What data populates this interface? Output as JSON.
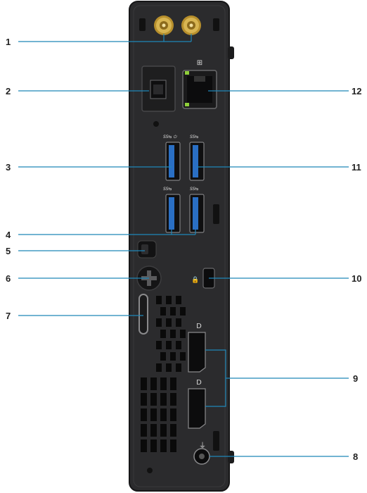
{
  "callouts": [
    {
      "number": "1",
      "side": "left",
      "target": "wireless-antenna-connectors"
    },
    {
      "number": "2",
      "side": "left",
      "target": "optional-port-module-hdmi"
    },
    {
      "number": "3",
      "side": "left",
      "target": "usb-3-2-gen1-port-powershare"
    },
    {
      "number": "4",
      "side": "left",
      "target": "usb-3-2-gen1-ports"
    },
    {
      "number": "5",
      "side": "left",
      "target": "cable-clip"
    },
    {
      "number": "6",
      "side": "left",
      "target": "thumbscrew"
    },
    {
      "number": "7",
      "side": "left",
      "target": "padlock-ring"
    },
    {
      "number": "8",
      "side": "right",
      "target": "power-adapter-port"
    },
    {
      "number": "9",
      "side": "right",
      "target": "displayport-ports"
    },
    {
      "number": "10",
      "side": "right",
      "target": "security-lock-slot"
    },
    {
      "number": "11",
      "side": "right",
      "target": "usb-3-2-gen1-port"
    },
    {
      "number": "12",
      "side": "right",
      "target": "rj45-ethernet-port"
    }
  ],
  "port_icons": {
    "usb_ss": "SS",
    "displayport": "D"
  },
  "colors": {
    "chassis": "#2b2b2d",
    "chassis_edge": "#1a1a1b",
    "leader_line": "#1f86b8",
    "usb_blue": "#2a6fc4",
    "antenna_gold": "#c9a43a",
    "callout_text": "#222222"
  }
}
